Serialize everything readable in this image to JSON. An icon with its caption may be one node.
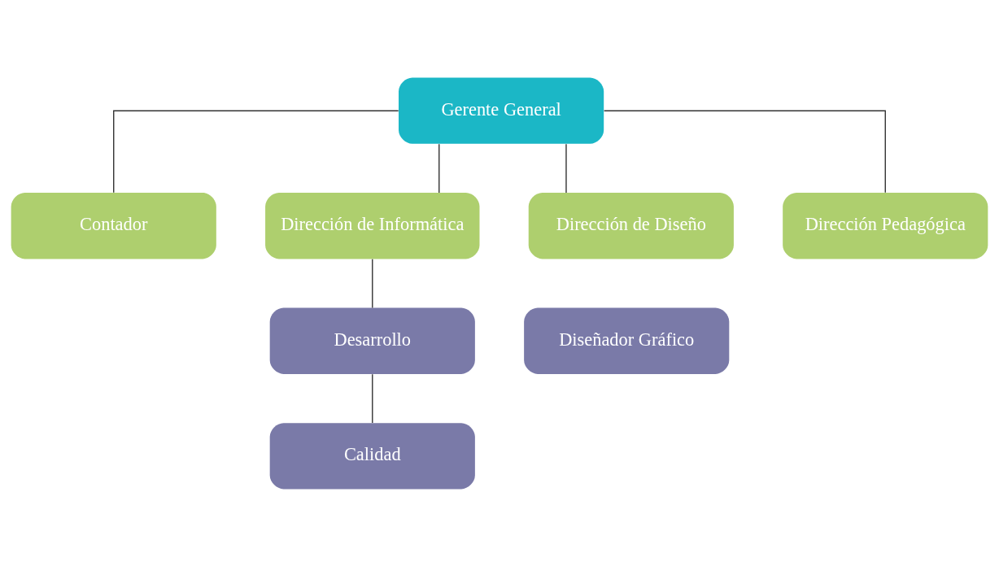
{
  "diagram": {
    "nodes": [
      {
        "text": [
          "Gerente General"
        ]
      },
      {
        "text": [
          "Contador"
        ]
      },
      {
        "text": [
          "Dirección de Informática"
        ]
      },
      {
        "text": [
          "Dirección de Diseño"
        ]
      },
      {
        "text": [
          "Dirección Pedagógica"
        ]
      },
      {
        "text": [
          "Desarrollo"
        ]
      },
      {
        "text": [
          "Diseñador Gráfico"
        ]
      },
      {
        "text": [
          "Calidad"
        ]
      }
    ],
    "edges": [
      {
        "from": 0,
        "to": 1,
        "arrow": "none"
      },
      {
        "from": 0,
        "to": 2,
        "arrow": "none"
      },
      {
        "from": 0,
        "to": 3,
        "arrow": "none"
      },
      {
        "from": 0,
        "to": 4,
        "arrow": "none"
      },
      {
        "from": 2,
        "to": 5,
        "arrow": "none"
      },
      {
        "from": 5,
        "to": 7,
        "arrow": "none"
      }
    ]
  }
}
